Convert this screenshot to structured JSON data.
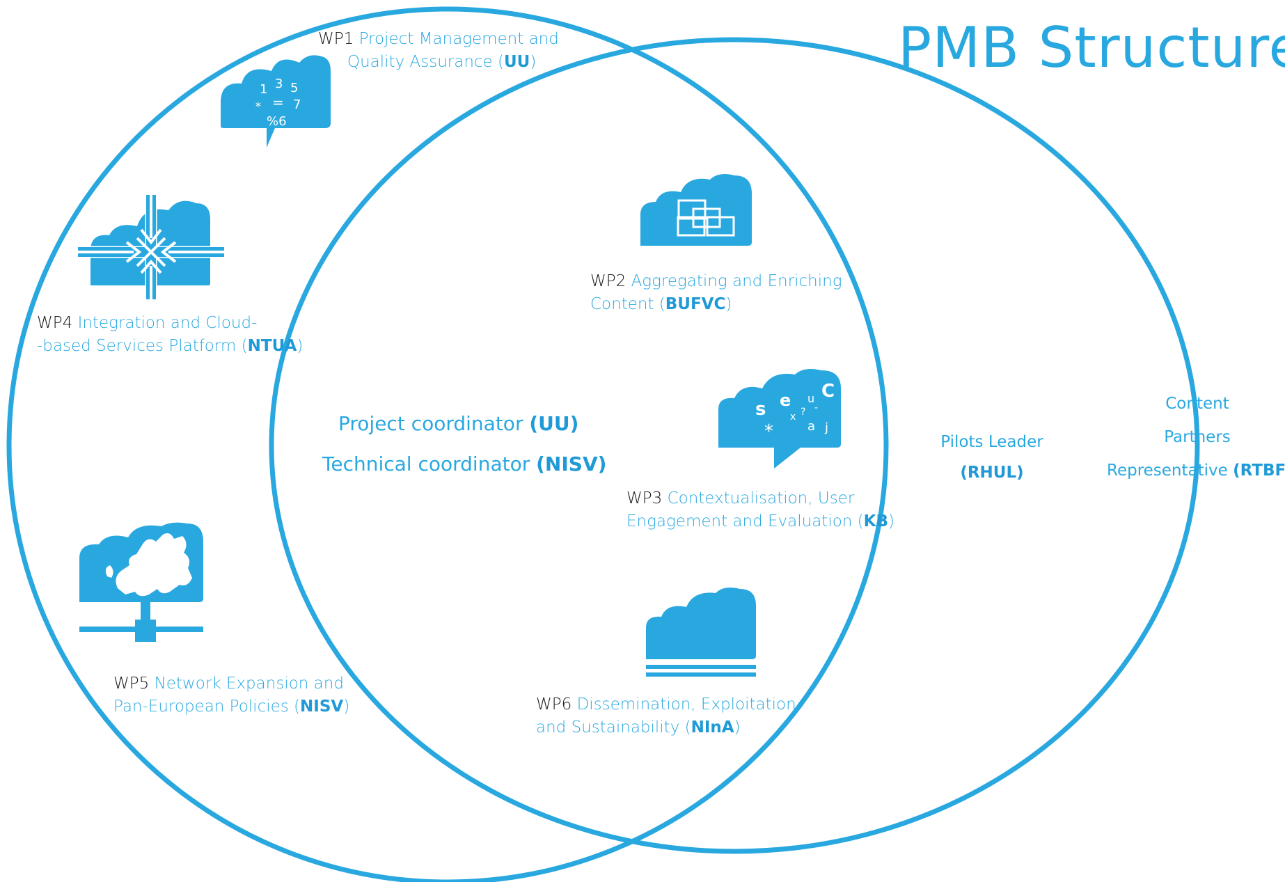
{
  "title": "PMB Structure",
  "accent_color": "#29a8e0",
  "work_packages": [
    {
      "id": "WP1",
      "line1": "Project Management and",
      "line2_prefix": "Quality Assurance (",
      "org": "UU",
      "suffix": ")",
      "icon": "numbers-cloud-icon"
    },
    {
      "id": "WP2",
      "line1": "Aggregating and Enriching",
      "line2_prefix": "Content (",
      "org": "BUFVC",
      "suffix": ")",
      "icon": "boxes-cloud-icon"
    },
    {
      "id": "WP3",
      "line1": "Contextualisation, User",
      "line2_prefix": "Engagement and Evaluation (",
      "org": "KB",
      "suffix": ")",
      "icon": "letters-cloud-icon"
    },
    {
      "id": "WP4",
      "line1": "Integration and Cloud-",
      "line2_prefix": "-based Services Platform (",
      "org": "NTUA",
      "suffix": ")",
      "icon": "converging-arrows-cloud-icon"
    },
    {
      "id": "WP5",
      "line1": "Network Expansion and",
      "line2_prefix": "Pan-European Policies (",
      "org": "NISV",
      "suffix": ")",
      "icon": "europe-network-cloud-icon"
    },
    {
      "id": "WP6",
      "line1": "Dissemination, Exploitation",
      "line2_prefix": "and Sustainability (",
      "org": "NInA",
      "suffix": ")",
      "icon": "layered-cloud-icon"
    }
  ],
  "coordinators": {
    "project_prefix": "Project coordinator ",
    "project_org": "(UU)",
    "technical_prefix": "Technical coordinator ",
    "technical_org": "(NISV)"
  },
  "pilots": {
    "label": "Pilots Leader",
    "org": "(RHUL)"
  },
  "content_partners": {
    "line1": "Content",
    "line2": "Partners",
    "line3_prefix": "Representative ",
    "org": "(RTBF)"
  }
}
